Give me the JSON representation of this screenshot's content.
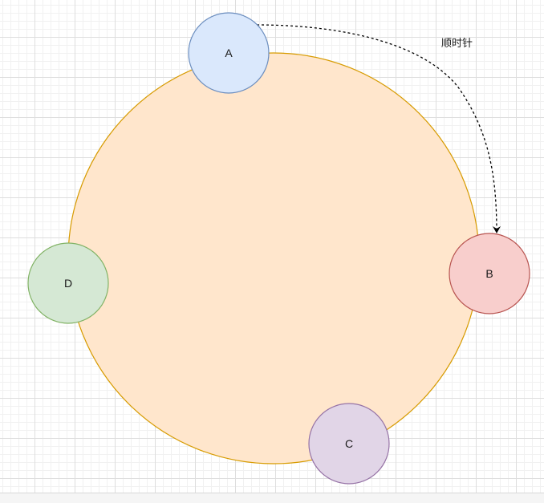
{
  "diagram": {
    "ring": {
      "fill": "#ffe6cc",
      "stroke": "#d79b00"
    },
    "nodes": [
      {
        "id": "A",
        "label": "A",
        "fill": "#dae8fc",
        "stroke": "#6c8ebf"
      },
      {
        "id": "B",
        "label": "B",
        "fill": "#f8cecc",
        "stroke": "#b85450"
      },
      {
        "id": "C",
        "label": "C",
        "fill": "#e1d5e7",
        "stroke": "#9673a6"
      },
      {
        "id": "D",
        "label": "D",
        "fill": "#d5e8d4",
        "stroke": "#82b366"
      }
    ],
    "edge": {
      "from": "A",
      "to": "B",
      "style": "dashed",
      "label": "顺时针"
    }
  }
}
